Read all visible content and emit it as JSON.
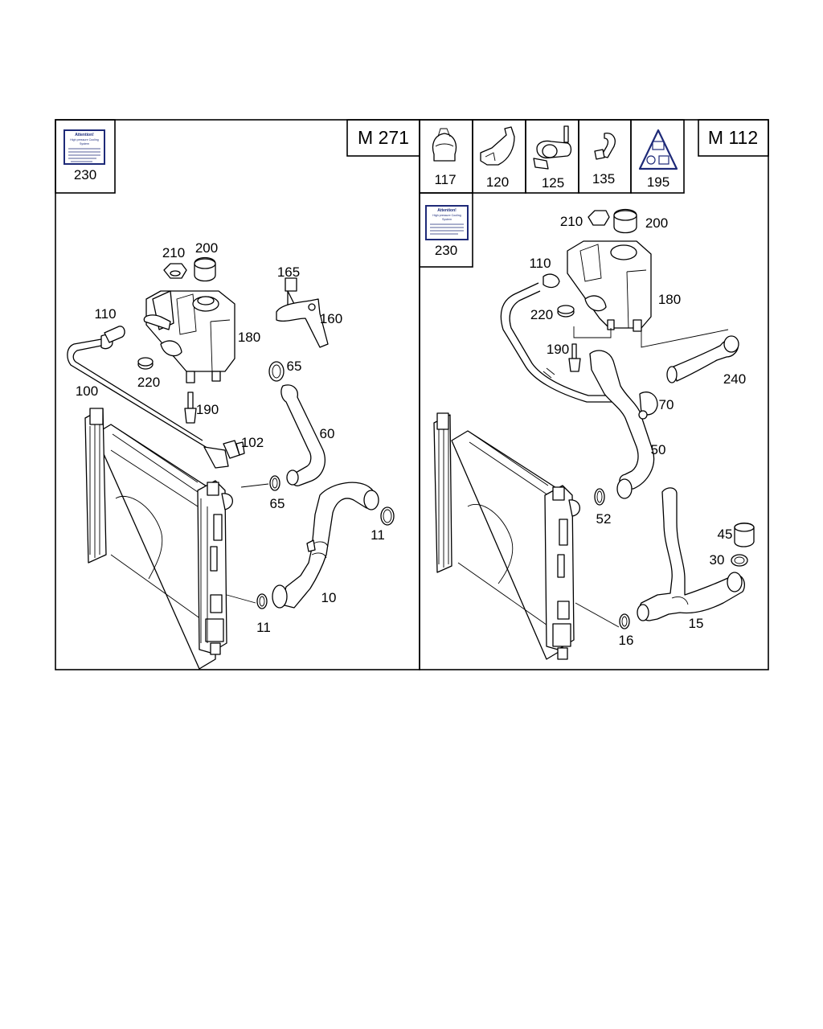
{
  "panels": {
    "left": {
      "engine": "M 271",
      "warning_label": {
        "number": "230",
        "text_lines": [
          "Attention!",
          "High pressure Cooling",
          "System"
        ]
      },
      "callouts": [
        "210",
        "200",
        "165",
        "160",
        "110",
        "180",
        "220",
        "65",
        "100",
        "190",
        "102",
        "60",
        "65",
        "11",
        "10",
        "11"
      ]
    },
    "right": {
      "engine": "M 112",
      "small_parts": [
        {
          "number": "117",
          "icon": "hose-clamp-icon"
        },
        {
          "number": "120",
          "icon": "retaining-clip-icon"
        },
        {
          "number": "125",
          "icon": "bracket-clip-icon"
        },
        {
          "number": "135",
          "icon": "spring-clip-icon"
        },
        {
          "number": "195",
          "icon": "warning-triangle-sticker-icon"
        }
      ],
      "warning_label": {
        "number": "230",
        "text_lines": [
          "Attention!",
          "High pressure Cooling",
          "System"
        ]
      },
      "callouts": [
        "210",
        "200",
        "110",
        "180",
        "220",
        "190",
        "240",
        "70",
        "50",
        "52",
        "45",
        "30",
        "15",
        "16"
      ]
    }
  }
}
